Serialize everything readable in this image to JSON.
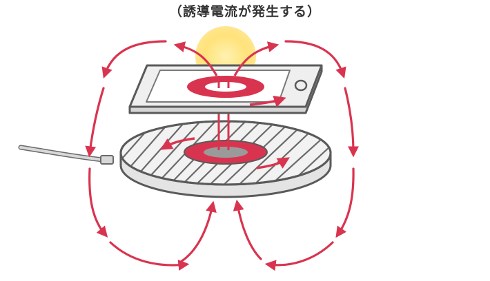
{
  "caption": "（誘導電流が発生する）",
  "colors": {
    "field_line": "#d9344f",
    "coil_ring": "#d9344f",
    "device_outline": "#5a5a5a",
    "device_fill": "#ececec",
    "light_glow": "#ffe68a",
    "cable": "#8a8a8a"
  },
  "icons": {
    "light": "lightbulb-glow",
    "phone": "smartphone",
    "pad": "wireless-charging-pad"
  }
}
